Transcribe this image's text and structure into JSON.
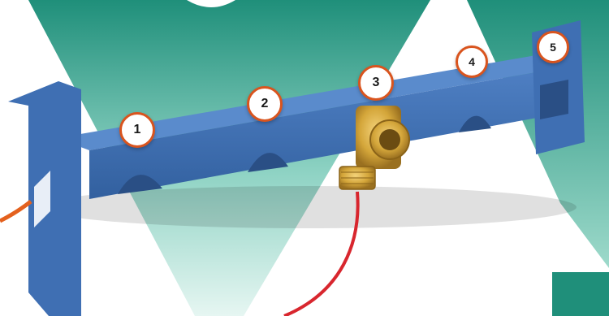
{
  "scene": {
    "colors": {
      "teal_top": "#1f8f7a",
      "teal_light": "#c9ece4",
      "rail_blue": "#3f6fb3",
      "rail_dark": "#2e5a96",
      "brass": "#d4a63a",
      "pipe_red": "#d8262e",
      "pipe_orange": "#e4611e",
      "marker_border": "#d9541e"
    },
    "markers": [
      {
        "label": "1",
        "icon": "numbered-callout"
      },
      {
        "label": "2",
        "icon": "numbered-callout"
      },
      {
        "label": "3",
        "icon": "numbered-callout"
      },
      {
        "label": "4",
        "icon": "numbered-callout"
      },
      {
        "label": "5",
        "icon": "numbered-callout"
      }
    ]
  }
}
